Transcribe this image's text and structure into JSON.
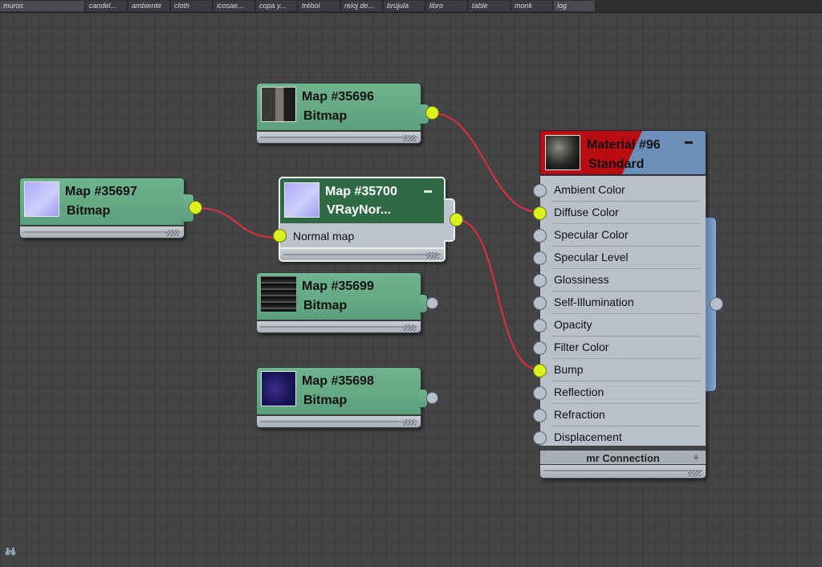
{
  "tabs": [
    "muros",
    "candel...",
    "ambiente",
    "cloth",
    "icosae...",
    "copa y...",
    "trébol",
    "reloj de...",
    "brújula",
    "libro",
    "table",
    "monk",
    "log"
  ],
  "nodes": {
    "map35696": {
      "title": "Map #35696",
      "type": "Bitmap"
    },
    "map35697": {
      "title": "Map #35697",
      "type": "Bitmap"
    },
    "map35700": {
      "title": "Map #35700",
      "type": "VRayNor...",
      "slot": "Normal map"
    },
    "map35699": {
      "title": "Map #35699",
      "type": "Bitmap"
    },
    "map35698": {
      "title": "Map #35698",
      "type": "Bitmap"
    },
    "material96": {
      "title": "Material #96",
      "type": "Standard",
      "slots": [
        "Ambient Color",
        "Diffuse Color",
        "Specular Color",
        "Specular Level",
        "Glossiness",
        "Self-Illumination",
        "Opacity",
        "Filter Color",
        "Bump",
        "Reflection",
        "Refraction",
        "Displacement"
      ],
      "footer": "mr Connection"
    }
  },
  "colors": {
    "wire": "#e0303a",
    "socket_active": "#dcf21e",
    "socket_idle": "#b7bfca",
    "node_green": "#62a681",
    "material_red": "#b90d12"
  },
  "icons": {
    "collapse": "minus-icon",
    "expand": "plus-icon",
    "navigator": "binoculars-icon"
  }
}
